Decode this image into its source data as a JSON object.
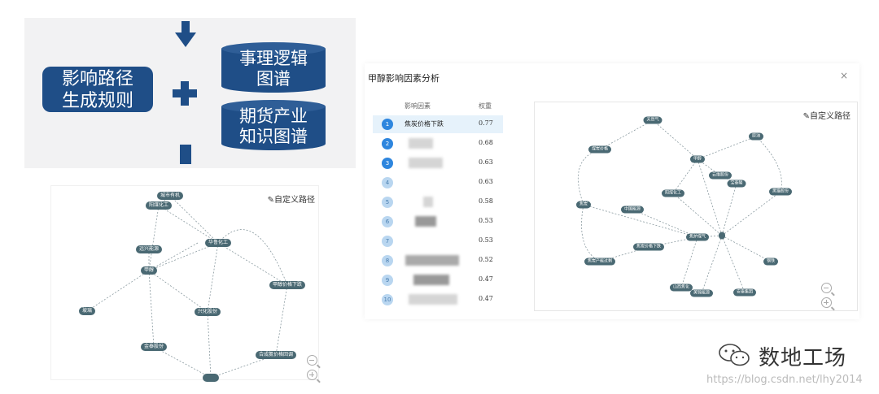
{
  "concept": {
    "rules_label_line1": "影响路径",
    "rules_label_line2": "生成规则",
    "cyl1_line1": "事理逻辑",
    "cyl1_line2": "图谱",
    "cyl2_line1": "期货产业",
    "cyl2_line2": "知识图谱",
    "color_primary": "#1f4e87"
  },
  "left_graph": {
    "custom_path_label": "自定义路径",
    "nodes": [
      {
        "label": "城市有机"
      },
      {
        "label": "阳煤化工"
      },
      {
        "label": "华鲁化工"
      },
      {
        "label": "远兴能源"
      },
      {
        "label": "甲醇"
      },
      {
        "label": "甲醇价格下跌"
      },
      {
        "label": "玻璃"
      },
      {
        "label": "兴化股份"
      },
      {
        "label": "金泰股份"
      },
      {
        "label": "合成氨价格回调"
      }
    ]
  },
  "dialog": {
    "title": "甲醇影响因素分析",
    "close_icon": "close-icon",
    "col_factor": "影响因素",
    "col_weight": "权重",
    "rows": [
      {
        "rank": "1",
        "factor": "焦炭价格下跌",
        "weight": "0.77"
      },
      {
        "rank": "2",
        "factor": "",
        "weight": "0.68"
      },
      {
        "rank": "3",
        "factor": "",
        "weight": "0.63"
      },
      {
        "rank": "4",
        "factor": "",
        "weight": "0.63"
      },
      {
        "rank": "5",
        "factor": "",
        "weight": "0.58"
      },
      {
        "rank": "6",
        "factor": "",
        "weight": "0.53"
      },
      {
        "rank": "7",
        "factor": "",
        "weight": "0.53"
      },
      {
        "rank": "8",
        "factor": "",
        "weight": "0.52"
      },
      {
        "rank": "9",
        "factor": "",
        "weight": "0.47"
      },
      {
        "rank": "10",
        "factor": "",
        "weight": "0.47"
      }
    ],
    "custom_path_label": "自定义路径",
    "right_nodes": [
      {
        "label": "天然气"
      },
      {
        "label": "煤炭价格"
      },
      {
        "label": "原油"
      },
      {
        "label": "甲醇"
      },
      {
        "label": "云维股份"
      },
      {
        "label": "宝泰隆"
      },
      {
        "label": "黑猫股份"
      },
      {
        "label": "阳煤化工"
      },
      {
        "label": "焦炭"
      },
      {
        "label": "中国能源"
      },
      {
        "label": "焦炉煤气"
      },
      {
        "label": "焦炭价格下跌"
      },
      {
        "label": "焦炭产能过剩"
      },
      {
        "label": "山西焦化"
      },
      {
        "label": "美锦能源"
      },
      {
        "label": "安泰集团"
      },
      {
        "label": "钢铁"
      }
    ]
  },
  "brand": {
    "name": "数地工场",
    "url": "https://blog.csdn.net/lhy2014"
  }
}
